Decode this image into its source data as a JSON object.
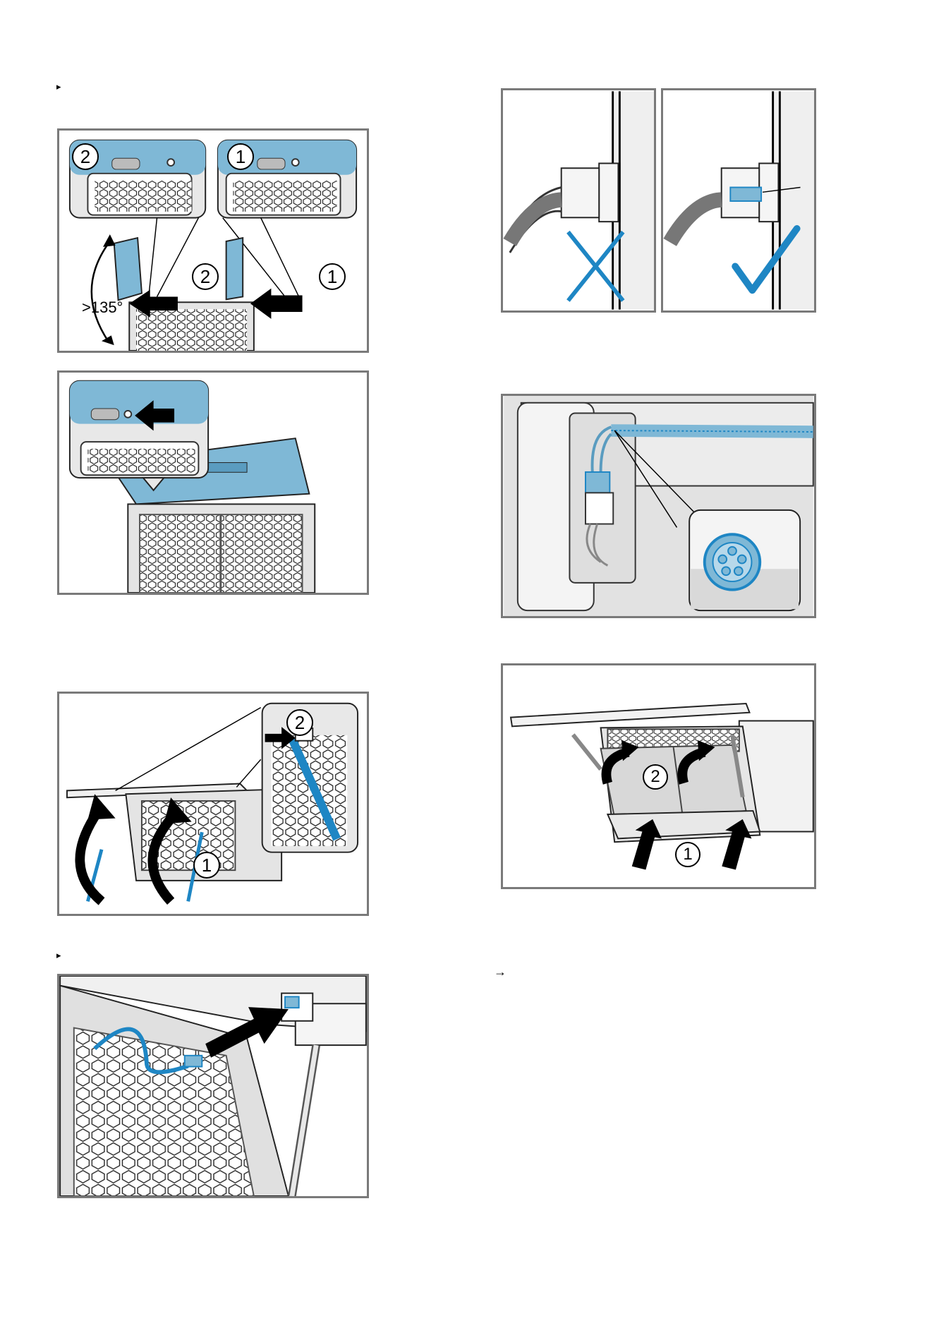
{
  "markers": {
    "bullet_1": "▸",
    "bullet_2": "▸",
    "arrow_1": "→"
  },
  "figure1": {
    "callout_left": "2",
    "callout_right": "1",
    "step_left": "2",
    "step_right": "1",
    "angle": ">135°"
  },
  "figure4": {
    "step_top": "2",
    "step_bottom": "1"
  },
  "figure7": {
    "step_upper": "2",
    "step_lower": "1"
  },
  "colors": {
    "accent_blue": "#7fb8d6",
    "stroke_blue": "#1e86c4",
    "frame_gray": "#7a7a7a",
    "panel_gray": "#e4e4e4"
  }
}
